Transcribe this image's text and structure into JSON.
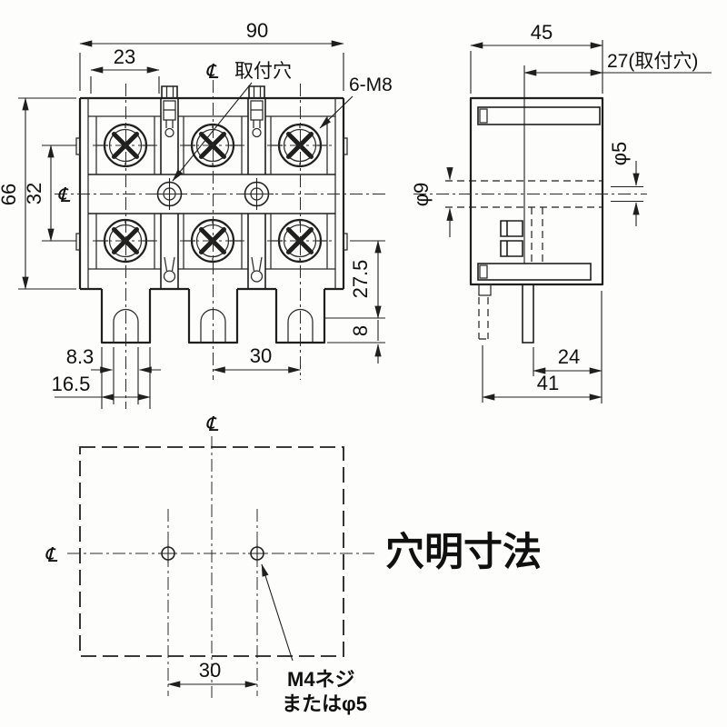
{
  "front": {
    "dim_width": "90",
    "dim_compartment": "23",
    "dim_height": "66",
    "dim_row_spacing": "32",
    "dim_tab_length": "27.5",
    "dim_tab_tip": "8",
    "dim_slot_width": "8.3",
    "dim_tab_width": "16.5",
    "dim_pole_pitch": "30",
    "label_mounting_hole": "取付穴",
    "label_screw_spec": "6-M8",
    "centerline_top": "℄",
    "centerline_left": "℄"
  },
  "side": {
    "dim_depth": "45",
    "dim_mounting_offset": "27(取付穴)",
    "dim_hole_rear": "φ9",
    "dim_hole_front": "φ5",
    "dim_tab_offset": "24",
    "dim_base_depth": "41"
  },
  "holes": {
    "title": "穴明寸法",
    "dim_pitch": "30",
    "note_line1": "M4ネジ",
    "note_line2": "またはφ5",
    "centerline_top": "℄",
    "centerline_left": "℄"
  },
  "colors": {
    "line": "#1f1f1f",
    "background": "#fdfdfc"
  }
}
